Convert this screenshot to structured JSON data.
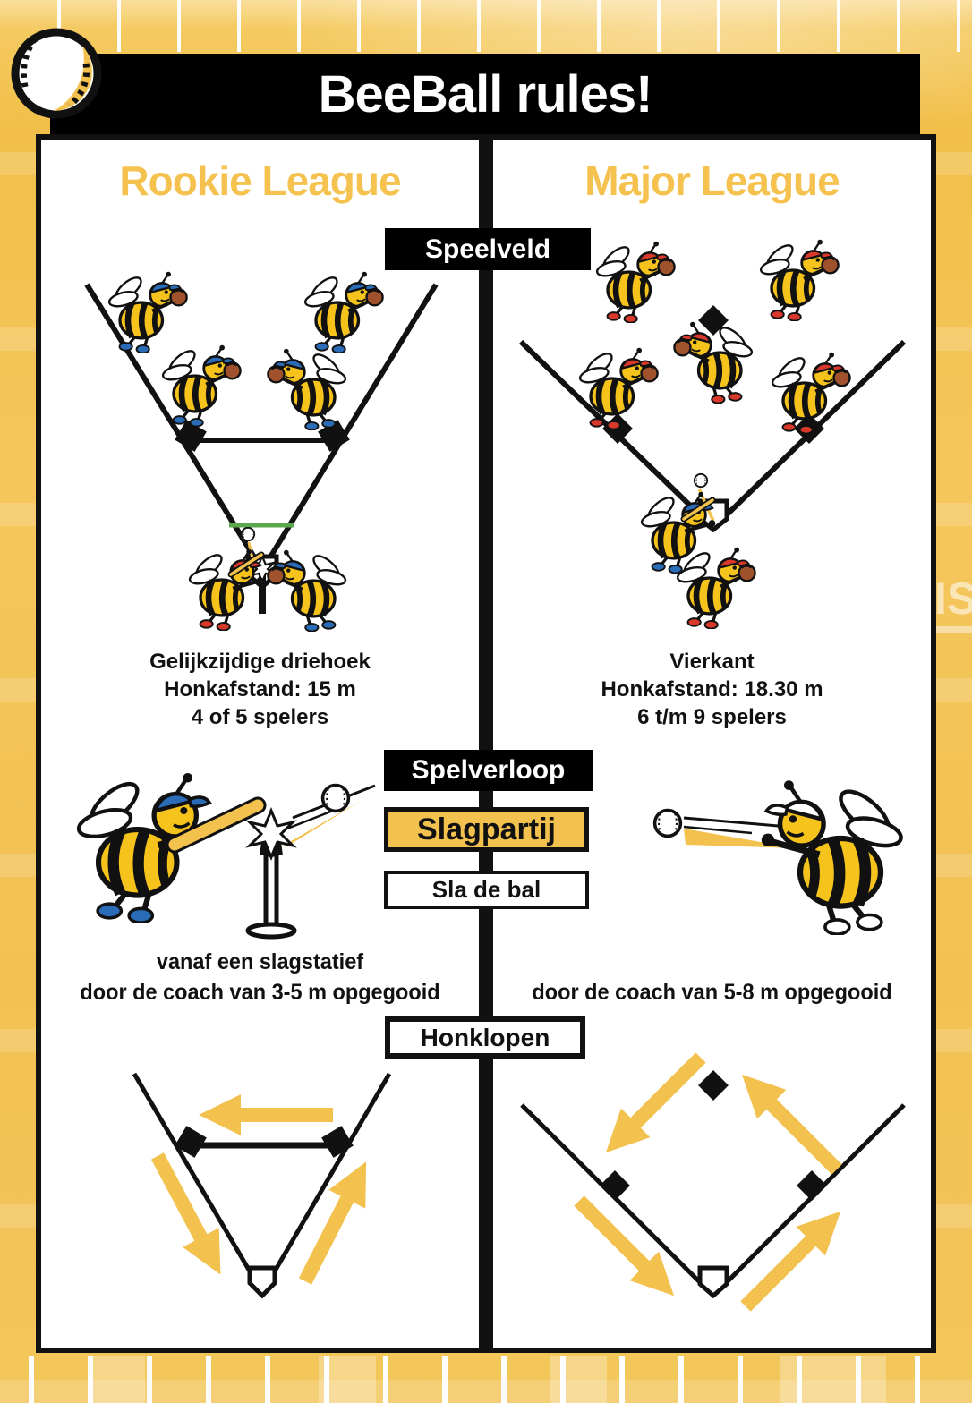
{
  "poster": {
    "title": "BeeBall rules!"
  },
  "sections": {
    "speelveld": "Speelveld",
    "spelverloop": "Spelverloop",
    "slagpartij": "Slagpartij",
    "sla_de_bal": "Sla de bal",
    "honklopen": "Honklopen"
  },
  "rookie": {
    "header": "Rookie League",
    "field_lines": [
      "Gelijkzijdige driehoek",
      "Honkafstand: 15 m",
      "4 of 5 spelers"
    ],
    "batting_lines": [
      "vanaf een slagstatief",
      "door de coach van 3-5 m opgegooid"
    ]
  },
  "major": {
    "header": "Major League",
    "field_lines": [
      "Vierkant",
      "Honkafstand: 18.30 m",
      "6 t/m 9 spelers"
    ],
    "batting_lines": [
      "door de coach van 5-8 m opgegooid"
    ]
  },
  "background_fragment": "IS",
  "icons": {
    "logo": "baseball-icon",
    "rookie_field": "triangle-field-diagram",
    "major_field": "diamond-field-diagram",
    "rookie_baserunning": "triangle-baserunning-diagram",
    "major_baserunning": "diamond-baserunning-diagram",
    "bee": "bee-player-icon",
    "ball": "baseball-ball-icon",
    "tee": "batting-tee-icon"
  },
  "colors": {
    "gold": "#F2C14E",
    "header_gold": "#F5C24F",
    "black": "#111111",
    "green": "#5BA84F",
    "cap_blue": "#2B6CB8",
    "cap_red": "#D8392B",
    "cap_white": "#FFFFFF",
    "glove_brown": "#A0522D",
    "bee_yellow": "#F6C31C"
  }
}
